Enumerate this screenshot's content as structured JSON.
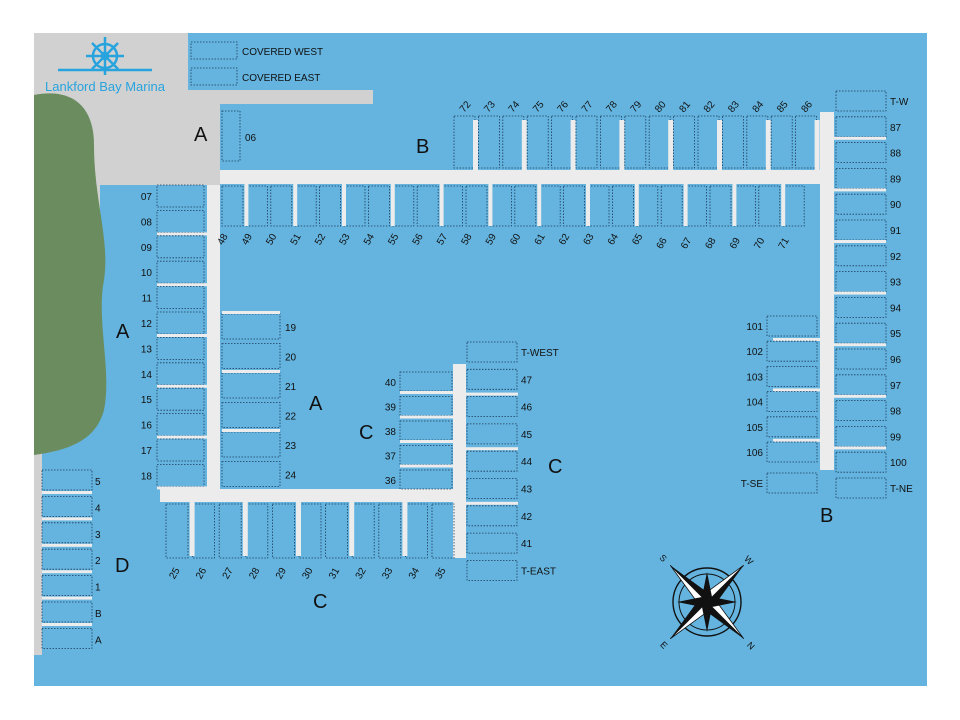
{
  "title": "Lankford Bay Marina",
  "colors": {
    "water": "#64b4df",
    "land": "#d1d1d1",
    "shore": "#6a8c5e",
    "dock": "#ececec",
    "accent": "#27a3de"
  },
  "legend": {
    "west": "COVERED WEST",
    "east": "COVERED EAST"
  },
  "docks": {
    "a": "A",
    "b": "B",
    "c": "C",
    "d": "D"
  },
  "slips": {
    "a_single": [
      "06"
    ],
    "a_west": [
      "07",
      "08",
      "09",
      "10",
      "11",
      "12",
      "13",
      "14",
      "15",
      "16",
      "17",
      "18"
    ],
    "a_east": [
      "19",
      "20",
      "21",
      "22",
      "23",
      "24"
    ],
    "b_top": [
      "72",
      "73",
      "74",
      "75",
      "76",
      "77",
      "78",
      "79",
      "80",
      "81",
      "82",
      "83",
      "84",
      "85",
      "86"
    ],
    "b_bottom": [
      "48",
      "49",
      "50",
      "51",
      "52",
      "53",
      "54",
      "55",
      "56",
      "57",
      "58",
      "59",
      "60",
      "61",
      "62",
      "63",
      "64",
      "65",
      "66",
      "67",
      "68",
      "69",
      "70",
      "71"
    ],
    "b_east": [
      "T-W",
      "87",
      "88",
      "89",
      "90",
      "91",
      "92",
      "93",
      "94",
      "95",
      "96",
      "97",
      "98",
      "99",
      "100",
      "T-NE"
    ],
    "b_west": [
      "101",
      "102",
      "103",
      "104",
      "105",
      "106",
      "T-SE"
    ],
    "c_bottom": [
      "25",
      "26",
      "27",
      "28",
      "29",
      "30",
      "31",
      "32",
      "33",
      "34",
      "35"
    ],
    "c_west": [
      "40",
      "39",
      "38",
      "37",
      "36"
    ],
    "c_east": [
      "T-WEST",
      "47",
      "46",
      "45",
      "44",
      "43",
      "42",
      "41",
      "T-EAST"
    ],
    "d": [
      "5",
      "4",
      "3",
      "2",
      "1",
      "B",
      "A"
    ]
  },
  "compass": [
    "W",
    "N",
    "E",
    "S"
  ]
}
